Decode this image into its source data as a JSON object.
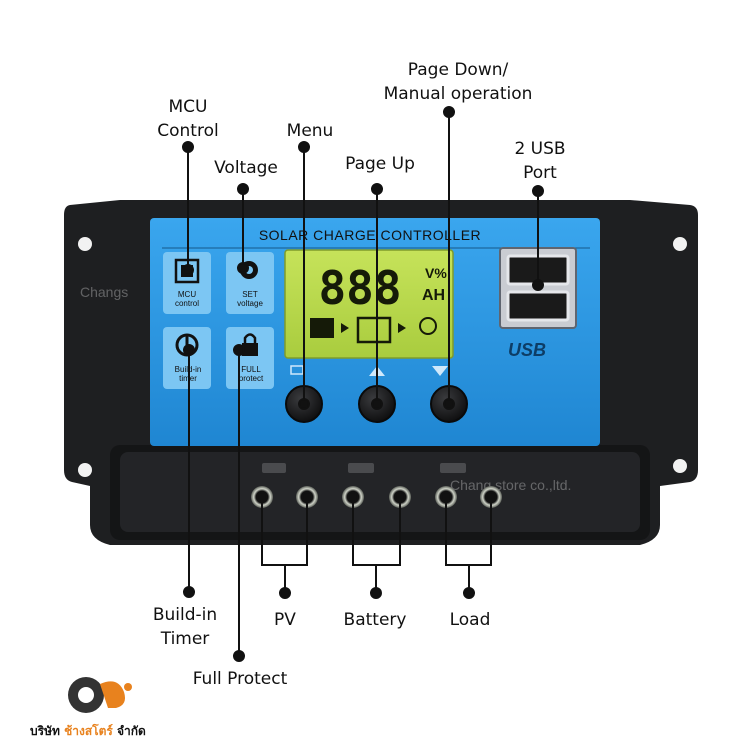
{
  "device": {
    "header": "SOLAR CHARGE CONTROLLER",
    "lcd_digits": "888",
    "lcd_unit_top": "V%",
    "lcd_unit_bottom": "AH",
    "usb_text": "USB",
    "watermark": "Chang store co.,ltd.",
    "watermark_left": "Changs",
    "mcu_label_1": "MCU",
    "mcu_label_2": "control",
    "set_label_1": "SET",
    "set_label_2": "voltage",
    "timer_label_1": "Build-in",
    "timer_label_2": "timer",
    "protect_label_1": "FULL",
    "protect_label_2": "protect"
  },
  "callouts": {
    "mcu_control": [
      "MCU",
      "Control"
    ],
    "voltage": "Voltage",
    "menu": "Menu",
    "page_up": "Page Up",
    "page_down": [
      "Page Down/",
      "Manual operation"
    ],
    "usb_port": [
      "2 USB",
      "Port"
    ],
    "build_in_timer": [
      "Build-in",
      "Timer"
    ],
    "full_protect": "Full Protect",
    "pv": "PV",
    "battery": "Battery",
    "load": "Load"
  },
  "brand": {
    "prefix": "บริษัท",
    "name": "ช้างสโตร์",
    "suffix": "จำกัด"
  },
  "colors": {
    "panel_blue": "#2f9be6",
    "lcd_green": "#b8d94a",
    "housing": "#1c1d1f",
    "accent_orange": "#e8821e"
  }
}
